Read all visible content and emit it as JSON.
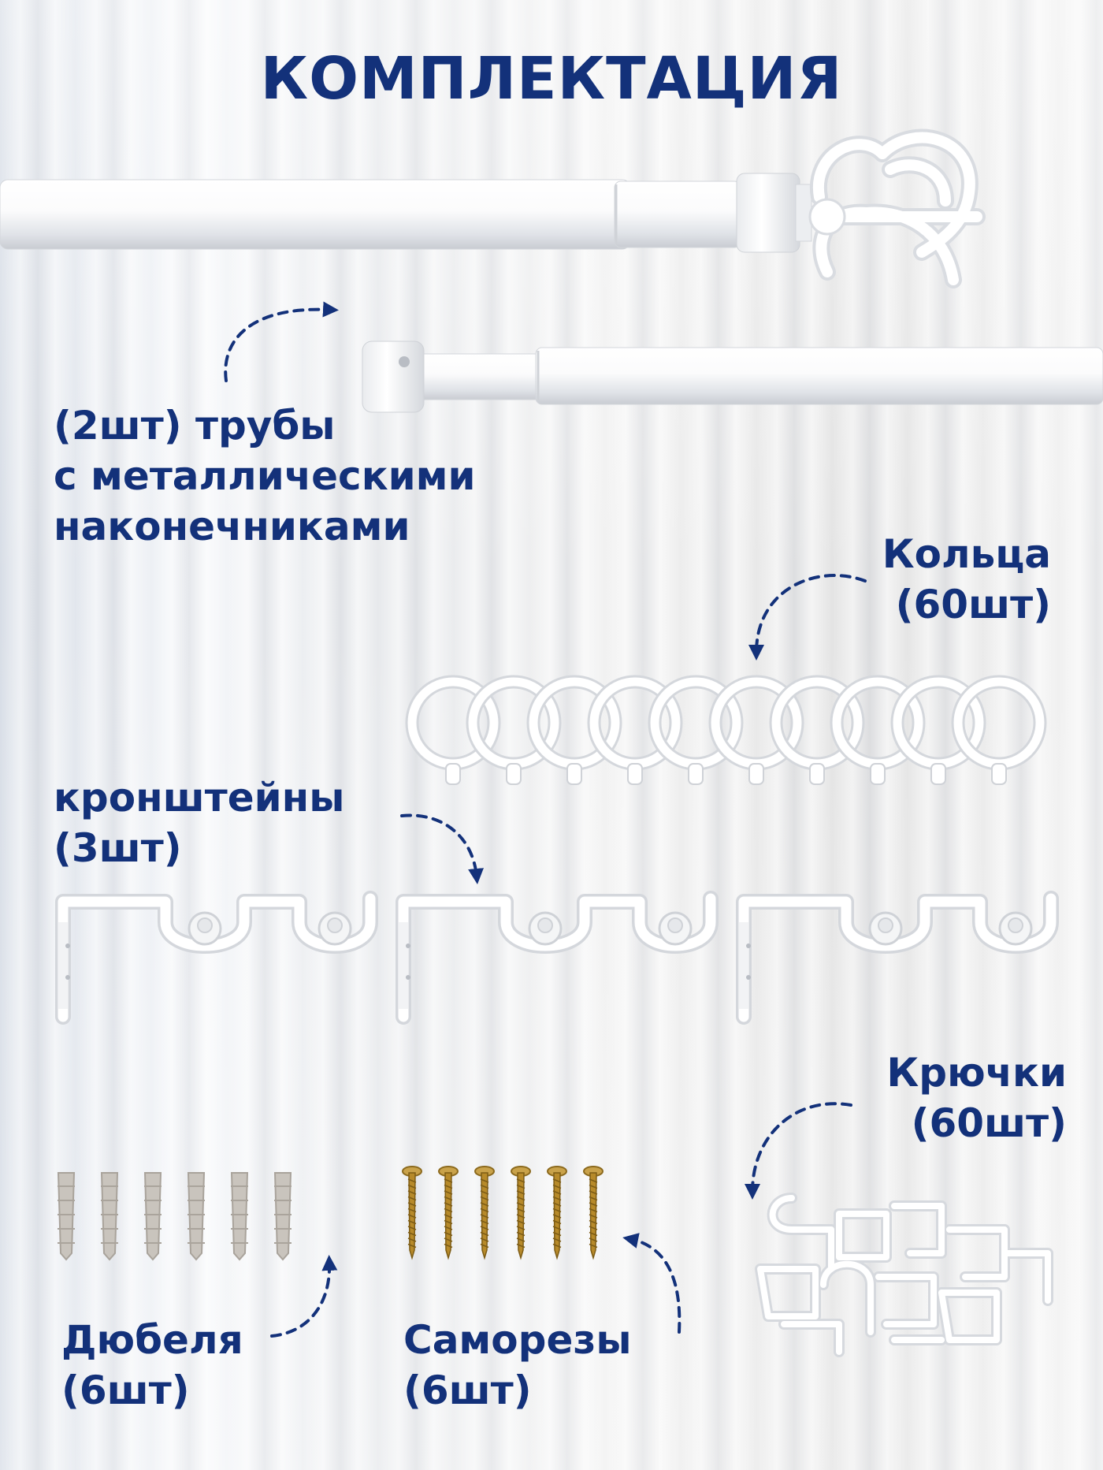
{
  "title": "КОМПЛЕКТАЦИЯ",
  "items": {
    "tubes": {
      "line1": "(2шт) трубы",
      "line2": "с металлическими",
      "line3": "наконечниками"
    },
    "rings": {
      "line1": "Кольца",
      "line2": "(60шт)"
    },
    "brackets": {
      "line1": "кронштейны",
      "line2": "(3шт)"
    },
    "hooks": {
      "line1": "Крючки",
      "line2": "(60шт)"
    },
    "dowels": {
      "line1": "Дюбеля",
      "line2": "(6шт)"
    },
    "screws": {
      "line1": "Саморезы",
      "line2": "(6шт)"
    }
  },
  "colors": {
    "text": "#13317a",
    "arrow": "#13317a",
    "product": "#ffffff",
    "screw": "#b78a2a"
  },
  "icons": [
    "curtain-rod-icon",
    "finial-icon",
    "ring-icon",
    "bracket-icon",
    "hook-icon",
    "dowel-icon",
    "screw-icon",
    "dashed-arrow-icon"
  ]
}
